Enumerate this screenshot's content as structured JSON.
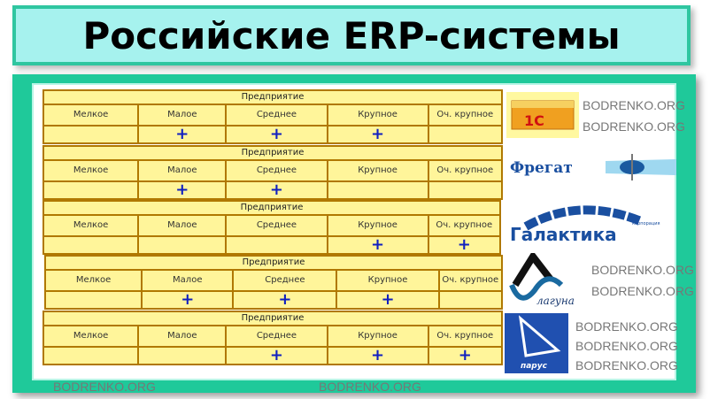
{
  "title": "Российские ERP-системы",
  "watermark": "BODRENKO.ORG",
  "tables": [
    {
      "caption": "Предприятие",
      "headers": [
        "Мелкое",
        "Малое",
        "Среднее",
        "Крупное",
        "Оч. крупное"
      ],
      "marks": [
        "",
        "+",
        "+",
        "+",
        ""
      ]
    },
    {
      "caption": "Предприятие",
      "headers": [
        "Мелкое",
        "Малое",
        "Среднее",
        "Крупное",
        "Оч. крупное"
      ],
      "marks": [
        "",
        "+",
        "+",
        "",
        ""
      ]
    },
    {
      "caption": "Предприятие",
      "headers": [
        "Мелкое",
        "Малое",
        "Среднее",
        "Крупное",
        "Оч. крупное"
      ],
      "marks": [
        "",
        "",
        "",
        "+",
        "+"
      ]
    },
    {
      "caption": "Предприятие",
      "headers": [
        "Мелкое",
        "Малое",
        "Среднее",
        "Крупное",
        "Оч. крупное"
      ],
      "marks": [
        "",
        "+",
        "+",
        "+",
        ""
      ]
    },
    {
      "caption": "Предприятие",
      "headers": [
        "Мелкое",
        "Малое",
        "Среднее",
        "Крупное",
        "Оч. крупное"
      ],
      "marks": [
        "",
        "",
        "+",
        "+",
        "+"
      ]
    }
  ],
  "logos": [
    {
      "name": "1С",
      "text": "1С"
    },
    {
      "name": "Фрегат",
      "text": "Фрегат"
    },
    {
      "name": "Галактика",
      "text": "Галактика",
      "sub": "корпорация"
    },
    {
      "name": "Лагуна",
      "text": "лагуна"
    },
    {
      "name": "Парус",
      "text": "парус"
    }
  ]
}
